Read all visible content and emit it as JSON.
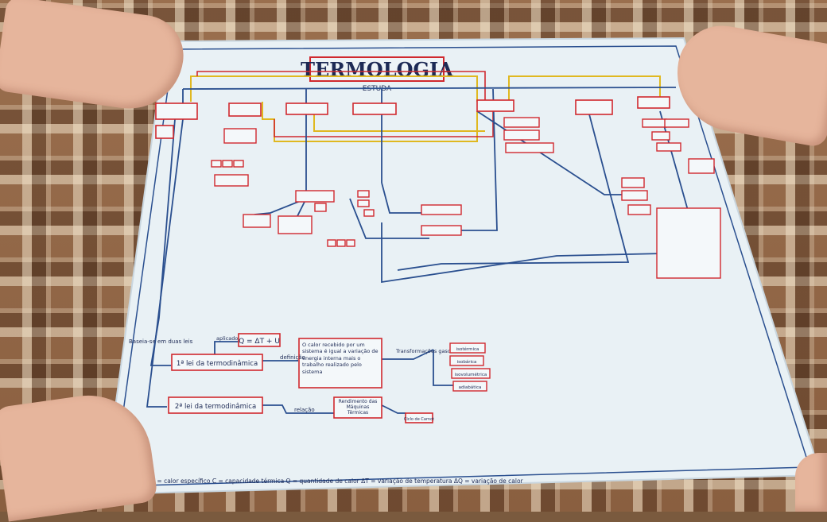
{
  "poster": {
    "title": "TERMOLOGIA",
    "estuda": "ESTUDA",
    "top_boxes": [
      "",
      "",
      "",
      "",
      "",
      "",
      ""
    ],
    "primeira_lei": "1ª lei da termodinâmica",
    "segunda_lei": "2ª lei da termodinâmica",
    "formula": "Q = ΔT + U",
    "definicao": "definição",
    "relacao": "relação",
    "baseia": "Baseia-se em duas leis",
    "aplicado": "aplicado",
    "definicao_text": "O calor recebido por um sistema é igual a variação de energia interna mais o trabalho realizado pelo sistema",
    "gases": "Transformações gasosas",
    "gases_list": [
      "isotérmica",
      "isobárica",
      "isovolumétrica",
      "adiabática"
    ],
    "maquinas": "Rendimento das Máquinas Térmicas",
    "rendimento": "Ciclo de Carnot",
    "legend": "Legenda: (c) = calor específico   C = capacidade térmica   Q = quantidade de calor   ΔT = variação de temperatura   ΔQ = variação de calor"
  },
  "colors": {
    "paper": "#e9f1f5",
    "box_red": "#d0282e",
    "line_blue": "#2a4f8f",
    "line_yellow": "#e0b820",
    "ink": "#1d2a55"
  }
}
